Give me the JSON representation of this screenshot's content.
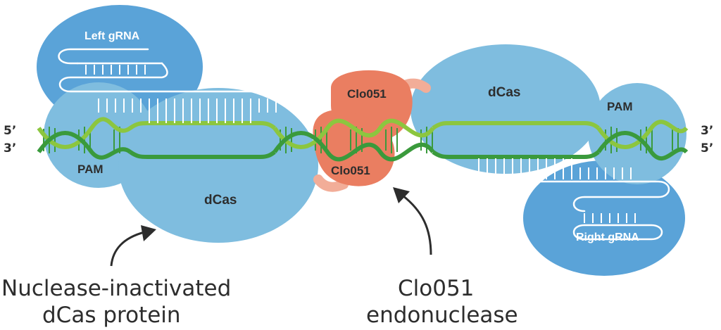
{
  "colors": {
    "gRNA_blob": "#5aa3d8",
    "dcas_blob": "#7fbddf",
    "clo051": "#ea7e61",
    "clo051_link": "#f2ad98",
    "dna_light": "#8cc63f",
    "dna_dark": "#3a9a3c",
    "text_dark": "#2d2d2d"
  },
  "labels": {
    "left_grna": "Left gRNA",
    "right_grna": "Right gRNA",
    "pam_left": "PAM",
    "pam_right": "PAM",
    "dcas_left": "dCas",
    "dcas_right": "dCas",
    "clo051_top": "Clo051",
    "clo051_bottom": "Clo051",
    "left_5prime": "5’",
    "left_3prime": "3’",
    "right_3prime": "3’",
    "right_5prime": "5’"
  },
  "captions": {
    "dcas_line1": "Nuclease-inactivated",
    "dcas_line2": "dCas protein",
    "clo051_line1": "Clo051",
    "clo051_line2": "endonuclease"
  }
}
